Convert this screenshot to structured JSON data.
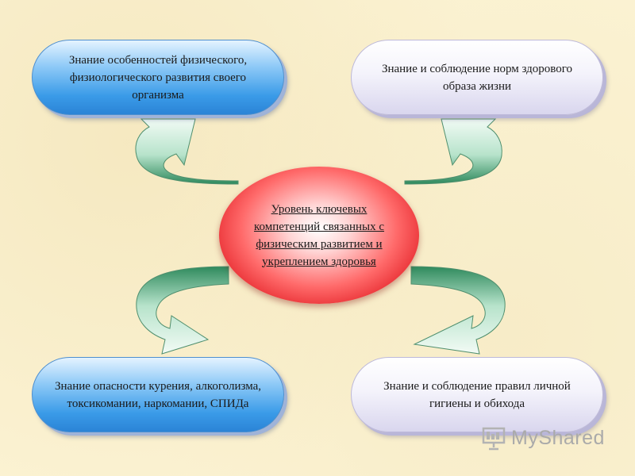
{
  "center": {
    "text": "Уровень ключевых компетенций связанных с физическим развитием и укреплением здоровья"
  },
  "boxes": {
    "top_left": "Знание особенностей физического, физиологического развития своего организма",
    "top_right": "Знание и соблюдение норм здорового образа жизни",
    "bottom_left": "Знание опасности курения, алкоголизма, токсикомании, наркомании, СПИДа",
    "bottom_right": "Знание и соблюдение правил личной гигиены и обихода"
  },
  "watermark": {
    "text": "MyShared",
    "icon": "presentation-board-icon"
  },
  "colors": {
    "background": "#fbf2d2",
    "blue_box": "#3a9be8",
    "light_box": "#ecebf7",
    "center": "#e0181f",
    "arrow_light": "#e8f7ef",
    "arrow_dark": "#2f8a5d"
  }
}
